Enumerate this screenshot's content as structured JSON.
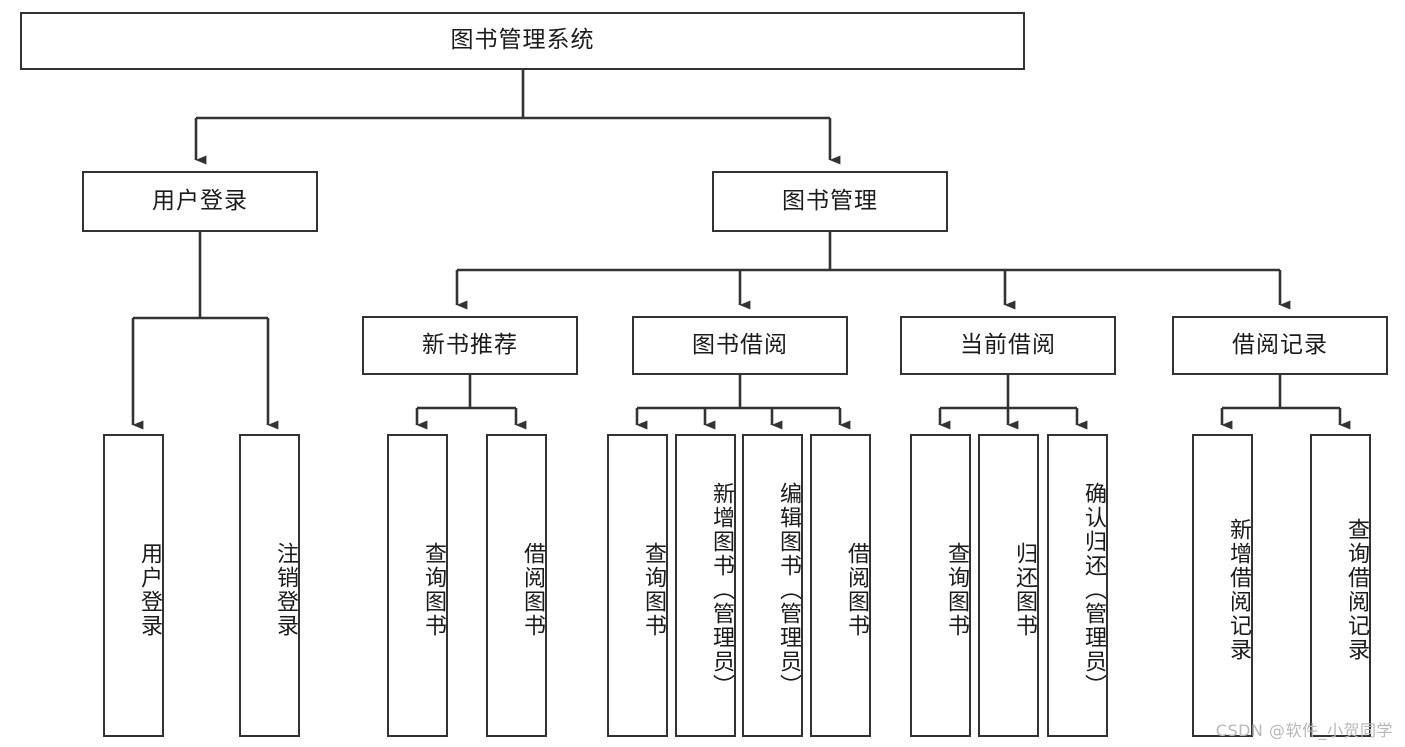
{
  "diagram": {
    "title": "图书管理系统",
    "type": "tree-hierarchy-chart",
    "root": {
      "id": "root",
      "label": "图书管理系统"
    },
    "level2": [
      {
        "id": "user-login",
        "label": "用户登录"
      },
      {
        "id": "book-manage",
        "label": "图书管理"
      }
    ],
    "level3": [
      {
        "id": "new-book-recommend",
        "label": "新书推荐"
      },
      {
        "id": "book-borrow",
        "label": "图书借阅"
      },
      {
        "id": "current-borrow",
        "label": "当前借阅"
      },
      {
        "id": "borrow-record",
        "label": "借阅记录"
      }
    ],
    "leaves": {
      "user_login": [
        {
          "id": "leaf-user-login",
          "label": "用户登录"
        },
        {
          "id": "leaf-logout-login",
          "label": "注销登录"
        }
      ],
      "new_book_recommend": [
        {
          "id": "leaf-query-book-1",
          "label": "查询图书"
        },
        {
          "id": "leaf-borrow-book-1",
          "label": "借阅图书"
        }
      ],
      "book_borrow": [
        {
          "id": "leaf-query-book-2",
          "label": "查询图书"
        },
        {
          "id": "leaf-add-book",
          "label": "新增图书（管理员）"
        },
        {
          "id": "leaf-edit-book",
          "label": "编辑图书（管理员）"
        },
        {
          "id": "leaf-borrow-book-2",
          "label": "借阅图书"
        }
      ],
      "current_borrow": [
        {
          "id": "leaf-query-book-3",
          "label": "查询图书"
        },
        {
          "id": "leaf-return-book",
          "label": "归还图书"
        },
        {
          "id": "leaf-confirm-return",
          "label": "确认归还（管理员）"
        }
      ],
      "borrow_record": [
        {
          "id": "leaf-add-record",
          "label": "新增借阅记录"
        },
        {
          "id": "leaf-query-record",
          "label": "查询借阅记录"
        }
      ]
    },
    "watermark": "CSDN @软件_小贺同学",
    "colors": {
      "stroke": "#333333",
      "fill": "#ffffff",
      "text": "#1b1b1b",
      "watermark": "#b8b8b8"
    }
  }
}
